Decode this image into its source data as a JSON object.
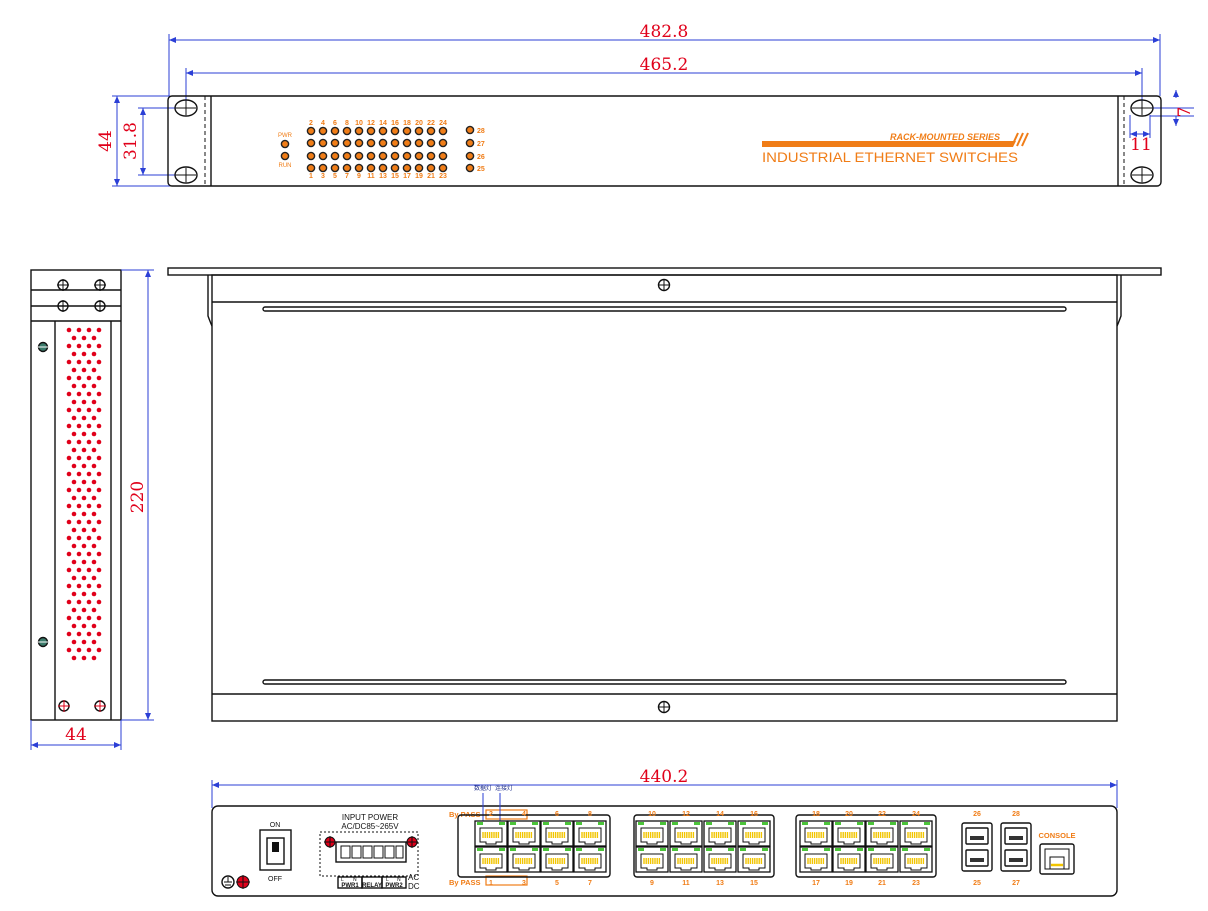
{
  "dimensions": {
    "overall_width": "482.8",
    "inner_width": "465.2",
    "height": "44",
    "hole_spacing": "31.8",
    "ear_offset": "7",
    "ear_width": "11",
    "depth": "220",
    "side_width": "44",
    "rear_width": "440.2"
  },
  "front_panel": {
    "leds": {
      "pwr": "PWR",
      "run": "RUN",
      "top_ports": [
        "2",
        "4",
        "6",
        "8",
        "10",
        "12",
        "14",
        "16",
        "18",
        "20",
        "22",
        "24"
      ],
      "bottom_ports": [
        "1",
        "3",
        "5",
        "7",
        "9",
        "11",
        "13",
        "15",
        "17",
        "19",
        "21",
        "23"
      ],
      "sfp_ports": [
        "28",
        "27",
        "26",
        "25"
      ]
    },
    "series_label": "RACK-MOUNTED SERIES",
    "product_name": "INDUSTRIAL ETHERNET SWITCHES"
  },
  "rear_panel": {
    "switch_on": "ON",
    "switch_off": "OFF",
    "power_title": "INPUT  POWER",
    "power_range": "AC/DC85~265V",
    "terminal_labels": [
      "PWR1",
      "RELAY",
      "PWR2"
    ],
    "ac": "AC",
    "dc": "DC",
    "bypass_top": "By PASS",
    "bypass_bottom": "By PASS",
    "note_data_led": "数据灯",
    "note_link_led": "连接灯",
    "console": "CONSOLE",
    "rj45_top_ports": [
      "2",
      "4",
      "6",
      "8",
      "10",
      "12",
      "14",
      "16",
      "18",
      "20",
      "22",
      "24"
    ],
    "rj45_bottom_ports": [
      "1",
      "3",
      "5",
      "7",
      "9",
      "11",
      "13",
      "15",
      "17",
      "19",
      "21",
      "23"
    ],
    "sfp_top_ports": [
      "26",
      "28"
    ],
    "sfp_bottom_ports": [
      "25",
      "27"
    ]
  },
  "colors": {
    "dimension": "#e0001a",
    "accent": "#f07d17",
    "outline": "#111111",
    "vent": "#e0001a",
    "port_green": "#4cc43a",
    "port_yellow": "#f2c500",
    "arrow": "#2b3fd6"
  }
}
